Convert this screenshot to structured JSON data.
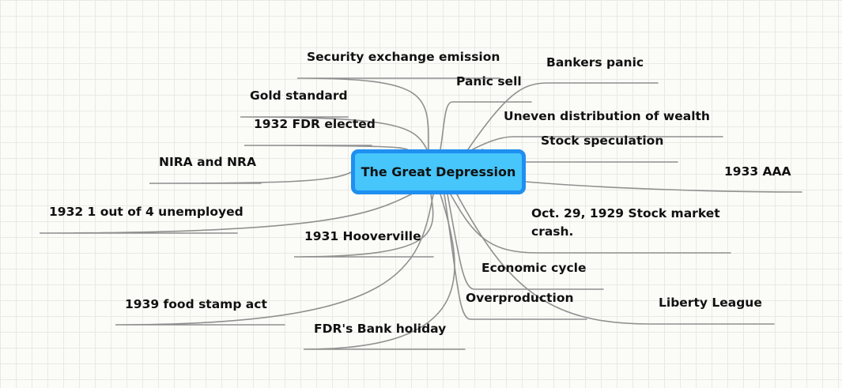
{
  "map": {
    "central_topic": "The Great Depression",
    "line_color": "#909090",
    "center_fill": "#46c6fb",
    "center_border": "#1f8ff0",
    "branches": [
      {
        "id": "security-exchange-emission",
        "label": "Security exchange emission"
      },
      {
        "id": "bankers-panic",
        "label": "Bankers panic"
      },
      {
        "id": "panic-sell",
        "label": "Panic sell"
      },
      {
        "id": "gold-standard",
        "label": "Gold standard"
      },
      {
        "id": "uneven-distribution-of-wealth",
        "label": "Uneven distribution of wealth"
      },
      {
        "id": "1932-fdr-elected",
        "label": "1932 FDR elected"
      },
      {
        "id": "stock-speculation",
        "label": "Stock speculation"
      },
      {
        "id": "nira-and-nra",
        "label": "NIRA and NRA"
      },
      {
        "id": "1933-aaa",
        "label": "1933 AAA"
      },
      {
        "id": "1932-1-out-of-4-unemployed",
        "label": "1932 1 out of 4 unemployed"
      },
      {
        "id": "oct-29-1929-stock-market-crash",
        "label": "Oct. 29, 1929 Stock market crash."
      },
      {
        "id": "1931-hooverville",
        "label": "1931 Hooverville"
      },
      {
        "id": "economic-cycle",
        "label": "Economic cycle"
      },
      {
        "id": "overproduction",
        "label": "Overproduction"
      },
      {
        "id": "liberty-league",
        "label": "Liberty League"
      },
      {
        "id": "1939-food-stamp-act",
        "label": "1939 food stamp act"
      },
      {
        "id": "fdrs-bank-holiday",
        "label": "FDR's Bank holiday"
      }
    ]
  }
}
